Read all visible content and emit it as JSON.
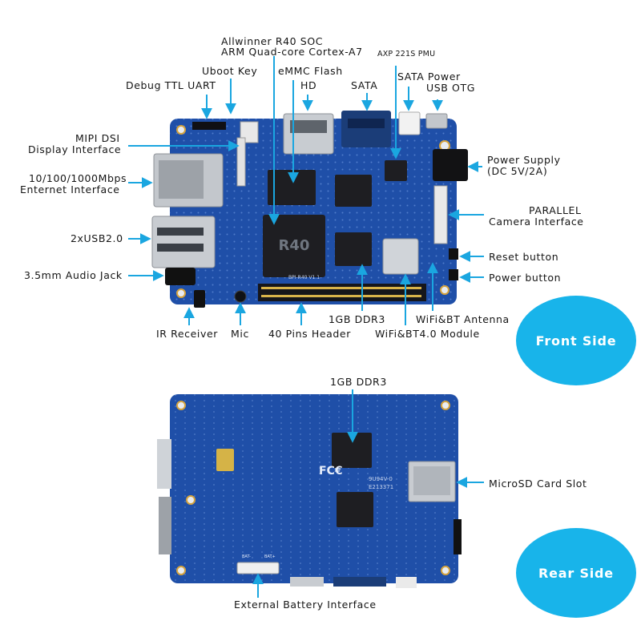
{
  "front": {
    "badge": "Front Side",
    "labels": {
      "soc_line1": "Allwinner R40 SOC",
      "soc_line2": "ARM Quad-core Cortex-A7",
      "pmu": "AXP 221S PMU",
      "uboot_key": "Uboot Key",
      "emmc": "eMMC Flash",
      "debug_uart": "Debug TTL UART",
      "hd": "HD",
      "sata": "SATA",
      "sata_power": "SATA Power",
      "usb_otg": "USB OTG",
      "mipi_line1": "MIPI DSI",
      "mipi_line2": "Display Interface",
      "power_supply_line1": "Power Supply",
      "power_supply_line2": "(DC 5V/2A)",
      "ethernet_line1": "10/100/1000Mbps",
      "ethernet_line2": "Enternet Interface",
      "parallel_line1": "PARALLEL",
      "parallel_line2": "Camera Interface",
      "usb2": "2xUSB2.0",
      "reset": "Reset button",
      "audio": "3.5mm Audio Jack",
      "power_button": "Power button",
      "ddr3": "1GB DDR3",
      "antenna": "WiFi&BT Antenna",
      "ir": "IR Receiver",
      "mic": "Mic",
      "header40": "40 Pins Header",
      "wifi_module": "WiFi&BT4.0 Module"
    },
    "silkscreen": {
      "chip": "R40",
      "board_tag": "BPI-R40 V1.1"
    }
  },
  "rear": {
    "badge": "Rear Side",
    "labels": {
      "ddr3": "1GB DDR3",
      "microsd": "MicroSD Card Slot",
      "battery": "External Battery Interface"
    },
    "silkscreen": {
      "fcc": "FC€",
      "code1": "9U94V-0",
      "code2": "E213371",
      "bat_neg": "BAT-",
      "bat_pos": "BAT+"
    }
  },
  "colors": {
    "pcb": "#1f4fa8",
    "pcb_dark": "#163d86",
    "pointer": "#1aa6e0",
    "badge": "#18b4ea",
    "chip": "#1e1e22",
    "metal": "#c3c7cc",
    "header": "#16161a"
  },
  "icons": [
    "arrow-pointer-icon"
  ]
}
